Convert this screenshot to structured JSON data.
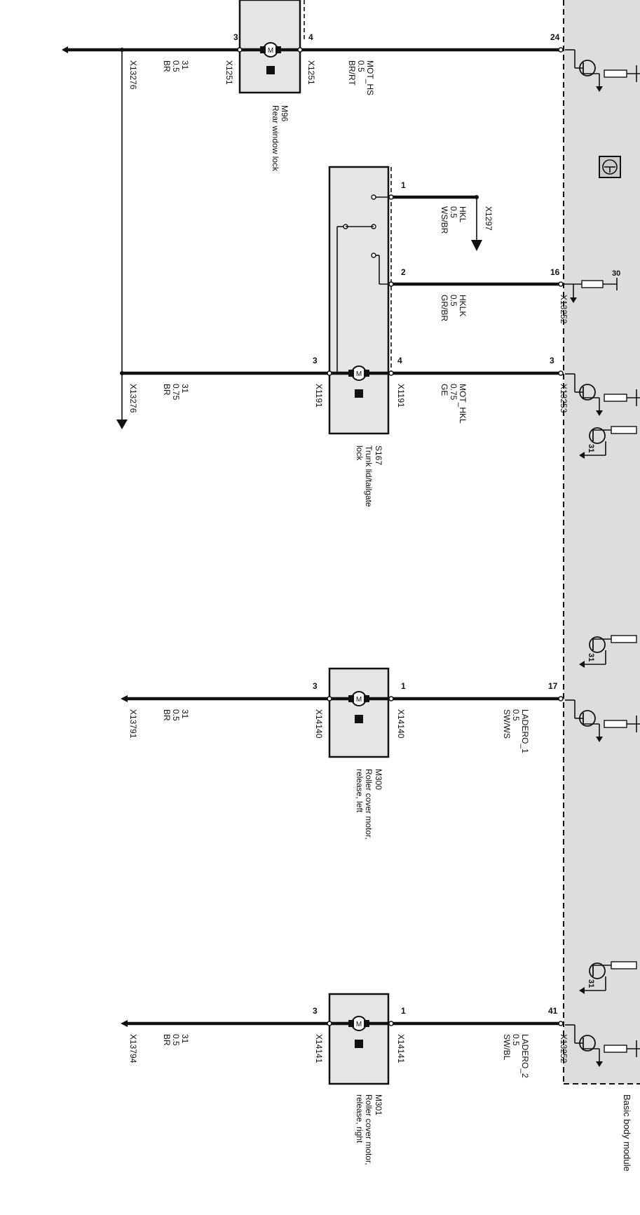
{
  "module": {
    "label": "Basic body module",
    "color_fill": "#dedede"
  },
  "components": [
    {
      "id": "M96",
      "name": "Rear window lock",
      "pins": [
        "3",
        "4"
      ],
      "connector": "X1251"
    },
    {
      "id": "S167",
      "name_lines": [
        "Trunk lid/tailgate",
        "lock"
      ],
      "pins": [
        "1",
        "2",
        "3",
        "4"
      ],
      "connector": "X1191"
    },
    {
      "id": "M300",
      "name_lines": [
        "Roller cover motor,",
        "release, left"
      ],
      "pins": [
        "3",
        "1"
      ],
      "connector": "X14140"
    },
    {
      "id": "M301",
      "name_lines": [
        "Roller cover motor,",
        "release, right"
      ],
      "pins": [
        "3",
        "1"
      ],
      "connector": "X14141"
    }
  ],
  "module_pins": [
    "24",
    "16",
    "3",
    "17",
    "41"
  ],
  "module_connectors": [
    "X13252",
    "X13253",
    "X13252"
  ],
  "wires": [
    {
      "signal": "MOT_HS",
      "gauge": "0.5",
      "color": "BR/RT"
    },
    {
      "signal": "HKL",
      "gauge": "0.5",
      "color": "WS/BR",
      "connector": "X1297"
    },
    {
      "signal": "HKLK",
      "gauge": "0.5",
      "color": "GR/BR"
    },
    {
      "signal": "MOT_HKL",
      "gauge": "0.75",
      "color": "GE"
    },
    {
      "signal": "LADERO_1",
      "gauge": "0.5",
      "color": "SW/WS"
    },
    {
      "signal": "LADERO_2",
      "gauge": "0.5",
      "color": "SW/BL"
    }
  ],
  "grounds": [
    {
      "terminal": "31",
      "gauge": "0.5",
      "color": "BR",
      "connector": "X13276"
    },
    {
      "terminal": "31",
      "gauge": "0.75",
      "color": "BR",
      "connector": "X13276"
    },
    {
      "terminal": "31",
      "gauge": "0.5",
      "color": "BR",
      "connector": "X13791"
    },
    {
      "terminal": "31",
      "gauge": "0.5",
      "color": "BR",
      "connector": "X13794"
    }
  ],
  "terminals": {
    "ground": "31",
    "supply": "30"
  },
  "motor_symbol": "M"
}
